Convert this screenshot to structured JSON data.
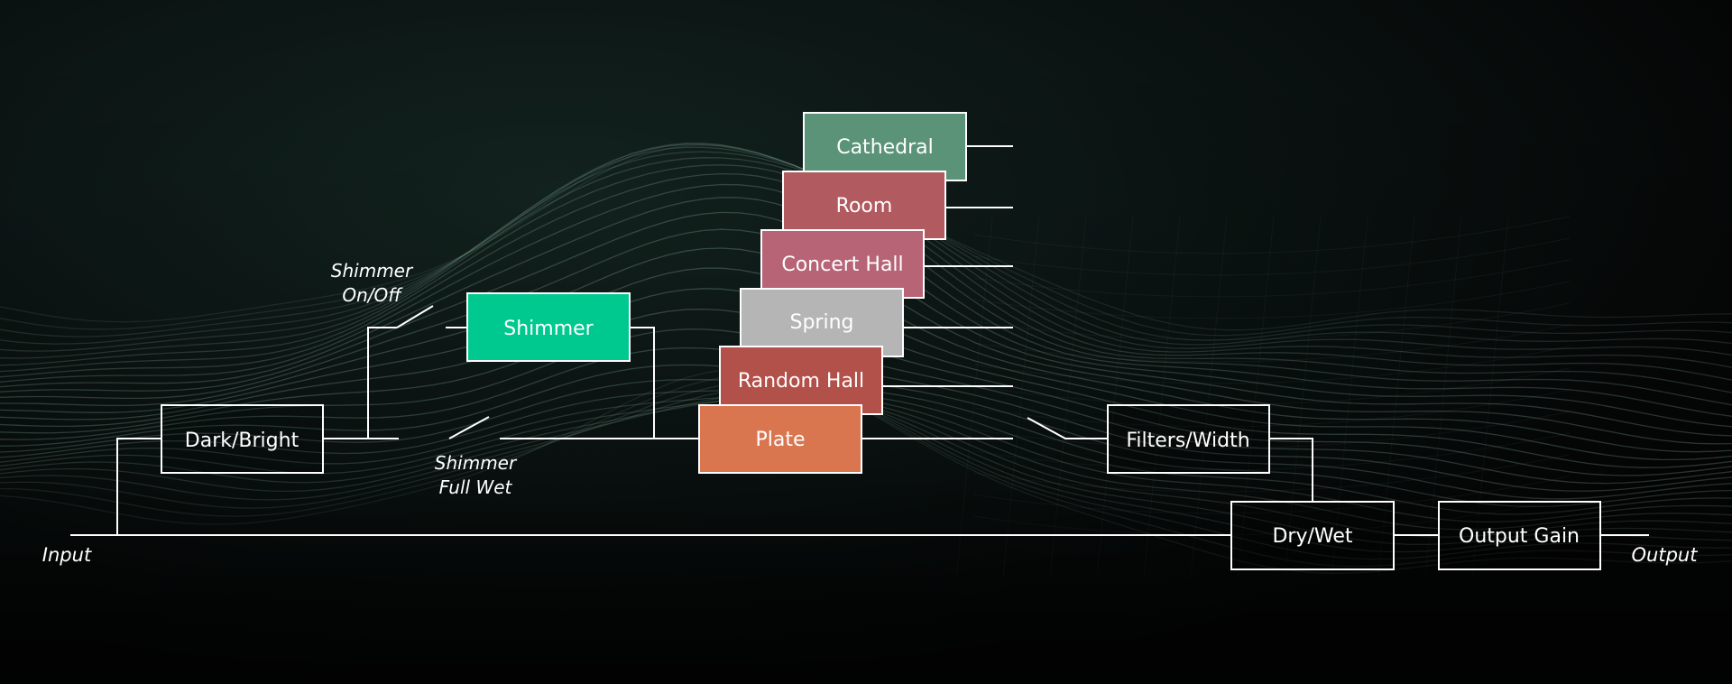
{
  "colors": {
    "background": "#050707",
    "line": "#ffffff",
    "wave": "#8fb7a1",
    "cathedral": "#5b9378",
    "room": "#b15a5f",
    "concert_hall": "#b76477",
    "spring": "#b5b5b5",
    "random_hall": "#b2504a",
    "plate": "#d9764f",
    "shimmer": "#00c98f"
  },
  "labels": {
    "input": "Input",
    "output": "Output",
    "shimmer_switch_line1": "Shimmer",
    "shimmer_switch_line2": "On/Off",
    "shimmer_wet_line1": "Shimmer",
    "shimmer_wet_line2": "Full Wet"
  },
  "blocks": {
    "dark_bright": "Dark/Bright",
    "shimmer": "Shimmer",
    "cathedral": "Cathedral",
    "room": "Room",
    "concert_hall": "Concert Hall",
    "spring": "Spring",
    "random_hall": "Random Hall",
    "plate": "Plate",
    "filters_width": "Filters/Width",
    "dry_wet": "Dry/Wet",
    "output_gain": "Output Gain"
  }
}
